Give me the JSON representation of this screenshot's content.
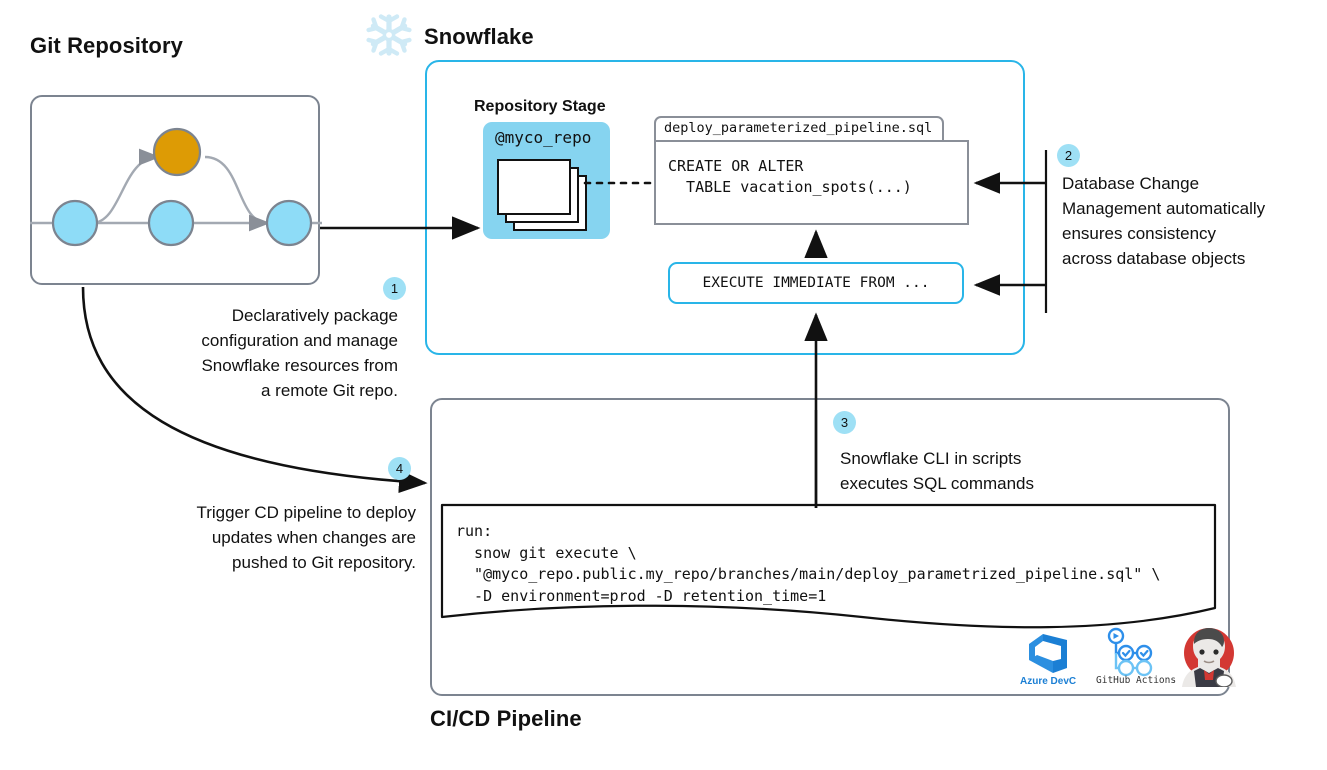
{
  "diagram": {
    "title": "Snowflake Git integration and CI/CD pipeline",
    "colors": {
      "snowflake_blue": "#29B5E8",
      "stage_fill": "#86D4F0",
      "badge_fill": "#9EE0F5",
      "node_blue": "#8EDCF7",
      "node_orange": "#DD9B05",
      "box_gray": "#7C8490"
    }
  },
  "git_section": {
    "title": "Git Repository",
    "nodes": [
      {
        "id": "c1",
        "type": "commit",
        "color": "#8EDCF7"
      },
      {
        "id": "c2",
        "type": "commit",
        "color": "#8EDCF7"
      },
      {
        "id": "c3",
        "type": "commit",
        "color": "#8EDCF7"
      },
      {
        "id": "b1",
        "type": "branch-commit",
        "color": "#DD9B05"
      }
    ]
  },
  "snowflake_section": {
    "title": "Snowflake",
    "logo_icon": "snowflake-icon",
    "repository_stage": {
      "title": "Repository Stage",
      "stage_name": "@myco_repo",
      "files_icon": "file-stack-icon"
    },
    "sql_file": {
      "filename": "deploy_parameterized_pipeline.sql",
      "code": "CREATE OR ALTER\n  TABLE vacation_spots(...)"
    },
    "execute_statement": "EXECUTE IMMEDIATE FROM ..."
  },
  "cicd_section": {
    "title": "CI/CD Pipeline",
    "code": "run:\n  snow git execute \\\n  \"@myco_repo.public.my_repo/branches/main/deploy_parametrized_pipeline.sql\" \\\n  -D environment=prod -D retention_time=1",
    "logos": [
      {
        "name": "azure-devops-logo",
        "caption": "Azure DevC"
      },
      {
        "name": "github-actions-logo",
        "caption": "GitHub Actions"
      },
      {
        "name": "jenkins-logo",
        "caption": ""
      }
    ]
  },
  "annotations": [
    {
      "number": "1",
      "text": "Declaratively package\nconfiguration and manage\nSnowflake resources from\na remote Git repo.",
      "align": "right"
    },
    {
      "number": "2",
      "text": "Database Change\nManagement automatically\nensures consistency\nacross database objects",
      "align": "left"
    },
    {
      "number": "3",
      "text": "Snowflake CLI in scripts\nexecutes SQL commands",
      "align": "left"
    },
    {
      "number": "4",
      "text": "Trigger CD pipeline to deploy\nupdates when changes are\npushed to Git repository.",
      "align": "right"
    }
  ]
}
